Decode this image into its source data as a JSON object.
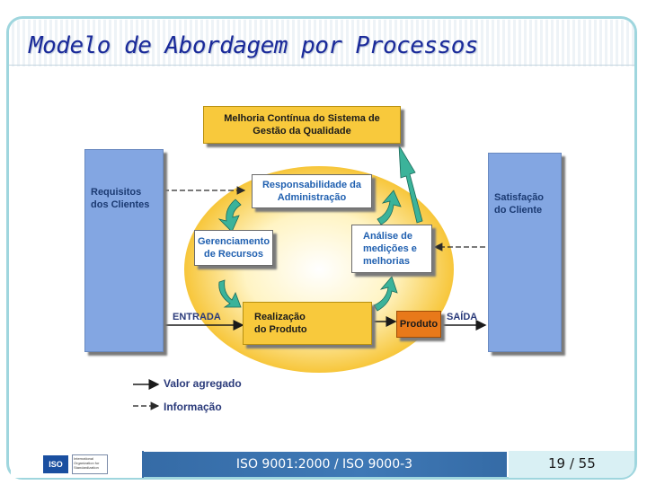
{
  "slide": {
    "title": "Modelo de Abordagem por Processos"
  },
  "diagram": {
    "improvement_box": [
      "Melhoria Contínua do Sistema de",
      "Gestão da Qualidade"
    ],
    "requirements_box": [
      "Requisitos",
      "dos Clientes"
    ],
    "satisfaction_box": [
      "Satisfação",
      "do Cliente"
    ],
    "management_box": [
      "Responsabilidade da",
      "Administração"
    ],
    "resources_box": [
      "Gerenciamento",
      "de Recursos"
    ],
    "analysis_box": [
      "Análise de",
      "medições e",
      "melhorias"
    ],
    "realization_box": [
      "Realização",
      "do Produto"
    ],
    "product_box": "Produto",
    "input_label": "ENTRADA",
    "output_label": "SAÍDA",
    "legend": {
      "value_added": "Valor agregado",
      "information": "Informação"
    },
    "colors": {
      "yellow": "#f8c93c",
      "blue": "#83a6e2",
      "orange": "#e8791a",
      "cycle_arrow": "#3bb39a"
    }
  },
  "footer": {
    "logo_text": "ISO",
    "org_text": "International Organization for Standardization",
    "center_text": "ISO 9001:2000 / ISO 9000-3",
    "page_label": "19 / 55"
  }
}
